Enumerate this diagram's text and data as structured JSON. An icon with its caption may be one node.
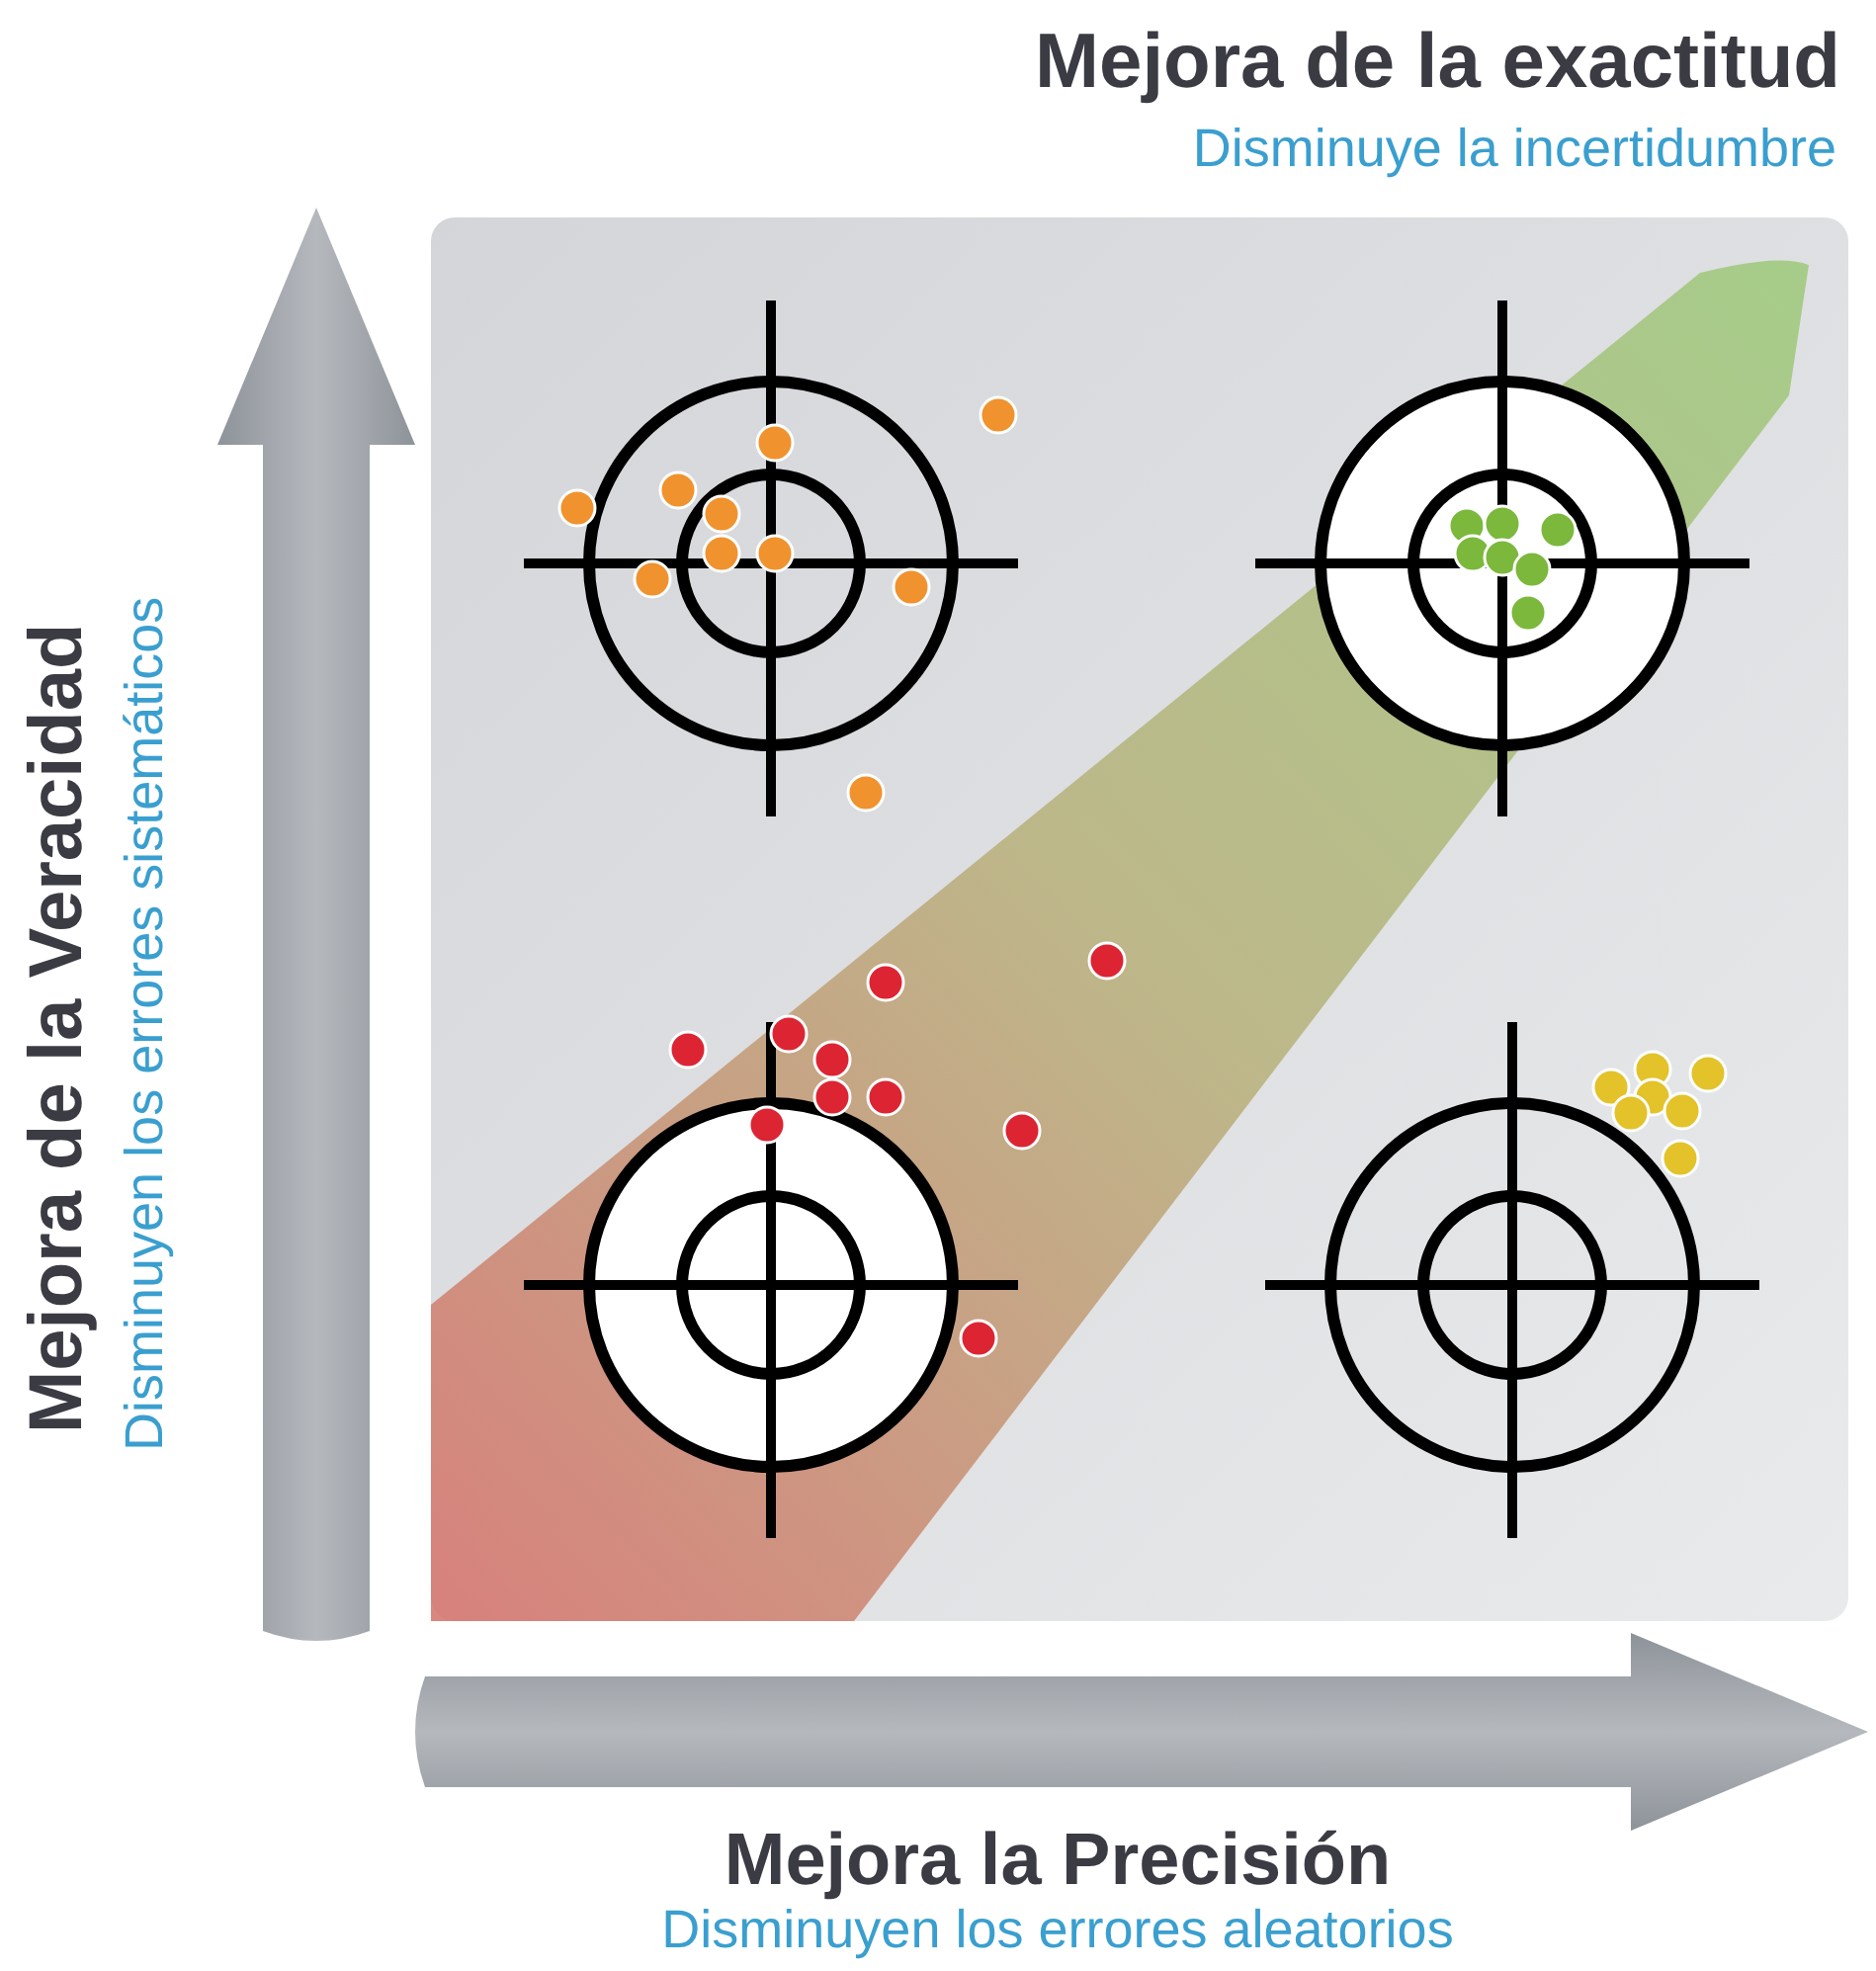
{
  "diagram": {
    "labels": [
      "Mejora de la exactitud",
      "Disminuye la incertidumbre",
      "Mejora de la Veracidad",
      "Disminuyen los errores sistemáticos",
      "Mejora la Precisión",
      "Disminuyen los errores aleatorios"
    ]
  }
}
